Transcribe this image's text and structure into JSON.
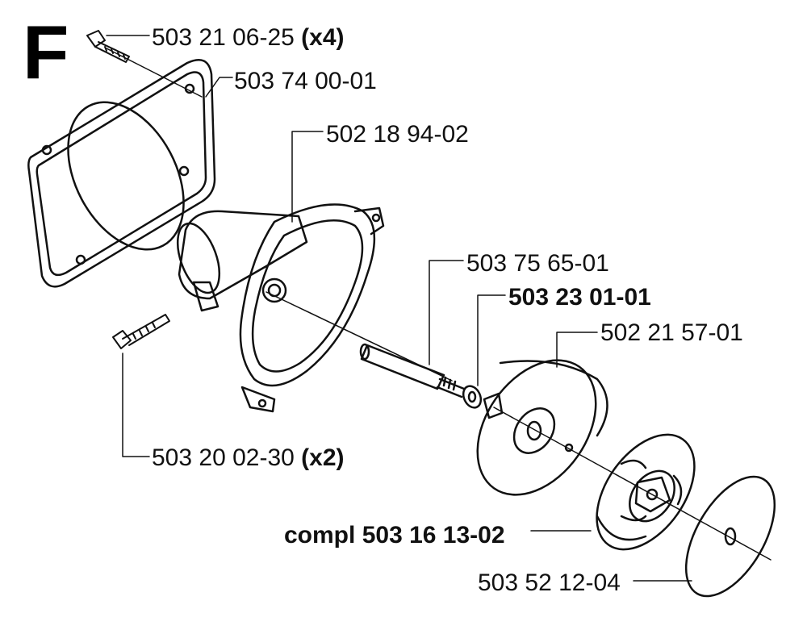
{
  "section": {
    "letter": "F"
  },
  "parts": [
    {
      "number": "503 21 06-25",
      "qty": "(x4)",
      "prefix": ""
    },
    {
      "number": "503 74 00-01",
      "qty": "",
      "prefix": ""
    },
    {
      "number": "502 18 94-02",
      "qty": "",
      "prefix": ""
    },
    {
      "number": "503 75 65-01",
      "qty": "",
      "prefix": ""
    },
    {
      "number": "503 23 01-01",
      "qty": "",
      "prefix": ""
    },
    {
      "number": "502 21 57-01",
      "qty": "",
      "prefix": ""
    },
    {
      "number": "503 20 02-30",
      "qty": "(x2)",
      "prefix": ""
    },
    {
      "number": "503 16 13-02",
      "qty": "",
      "prefix": "compl"
    },
    {
      "number": "503 52 12-04",
      "qty": "",
      "prefix": ""
    }
  ],
  "colors": {
    "line": "#111111",
    "background": "#ffffff"
  }
}
